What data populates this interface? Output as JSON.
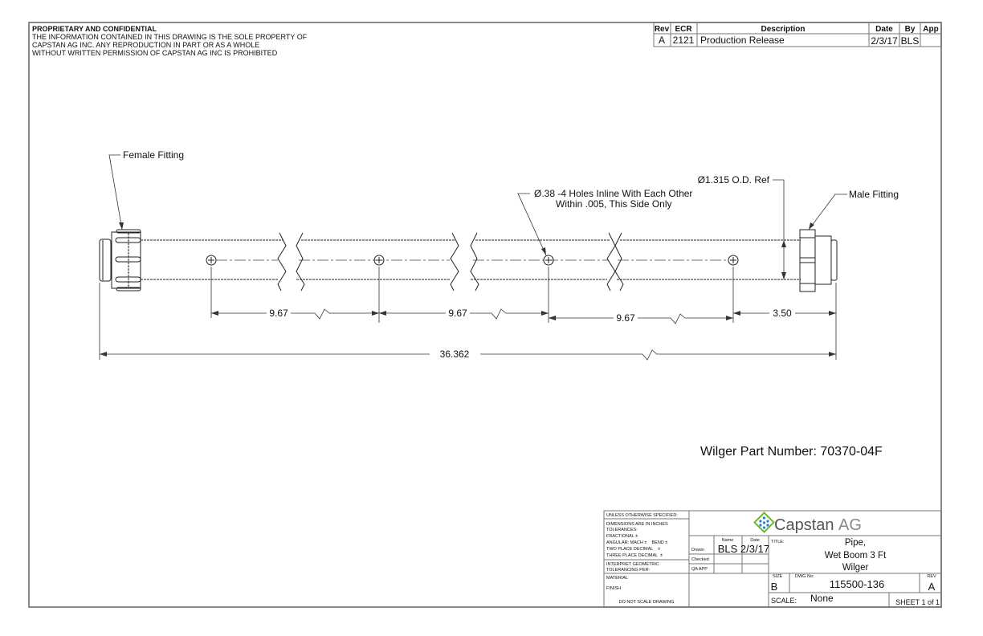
{
  "notice": {
    "heading": "PROPRIETARY AND CONFIDENTIAL",
    "lines": [
      "THE INFORMATION CONTAINED IN THIS DRAWING IS THE SOLE PROPERTY OF",
      "CAPSTAN AG INC. ANY REPRODUCTION IN PART OR AS A WHOLE",
      "WITHOUT WRITTEN PERMISSION OF CAPSTAN AG INC IS PROHIBITED"
    ]
  },
  "revision_table": {
    "headers": [
      "Rev",
      "ECR",
      "Description",
      "Date",
      "By",
      "App"
    ],
    "rows": [
      {
        "rev": "A",
        "ecr": "2121",
        "description": "Production Release",
        "date": "2/3/17",
        "by": "BLS",
        "app": ""
      }
    ]
  },
  "callouts": {
    "female_fitting": "Female Fitting",
    "male_fitting": "Male Fitting",
    "od": "Ø1.315 O.D. Ref",
    "holes_line1": "Ø.38 -4 Holes Inline With Each Other",
    "holes_line2": "Within .005, This Side Only"
  },
  "dimensions": {
    "spacing_1": "9.67",
    "spacing_2": "9.67",
    "spacing_3": "9.67",
    "end_offset": "3.50",
    "overall": "36.362"
  },
  "part_number": "Wilger Part Number: 70370-04F",
  "title_block": {
    "tolerances": {
      "heading": "UNLESS OTHERWISE SPECIFIED:",
      "lines": [
        "DIMENSIONS ARE IN INCHES",
        "TOLERANCES:",
        "FRACTIONAL ±",
        "ANGULAR: MACH ±    BEND ±",
        "TWO PLACE DECIMAL    ±",
        "THREE PLACE DECIMAL  ±"
      ],
      "geometric_1": "INTERPRET GEOMETRIC",
      "geometric_2": "TOLERANCING PER:",
      "material": "MATERIAL",
      "finish": "FINISH",
      "do_not_scale": "DO NOT SCALE DRAWING"
    },
    "logo": {
      "name": "CapstanAG",
      "part1": "Capstan",
      "part2": "AG",
      "color_blue": "#2a7fc1",
      "color_green": "#6cb33f"
    },
    "approvals": {
      "name_header": "Name",
      "date_header": "Date",
      "drawn_label": "Drawn",
      "drawn_name": "BLS",
      "drawn_date": "2/3/17",
      "checked_label": "Checked",
      "qa_label": "QA APP"
    },
    "title_label": "TITLE:",
    "title_lines": [
      "Pipe,",
      "Wet Boom 3 Ft",
      "Wilger"
    ],
    "size_label": "SIZE",
    "size": "B",
    "dwg_label": "DWG No:",
    "dwg_no": "115500-136",
    "rev_label": "REV",
    "rev": "A",
    "scale_label": "SCALE:",
    "scale": "None",
    "sheet": "SHEET 1 of 1"
  }
}
